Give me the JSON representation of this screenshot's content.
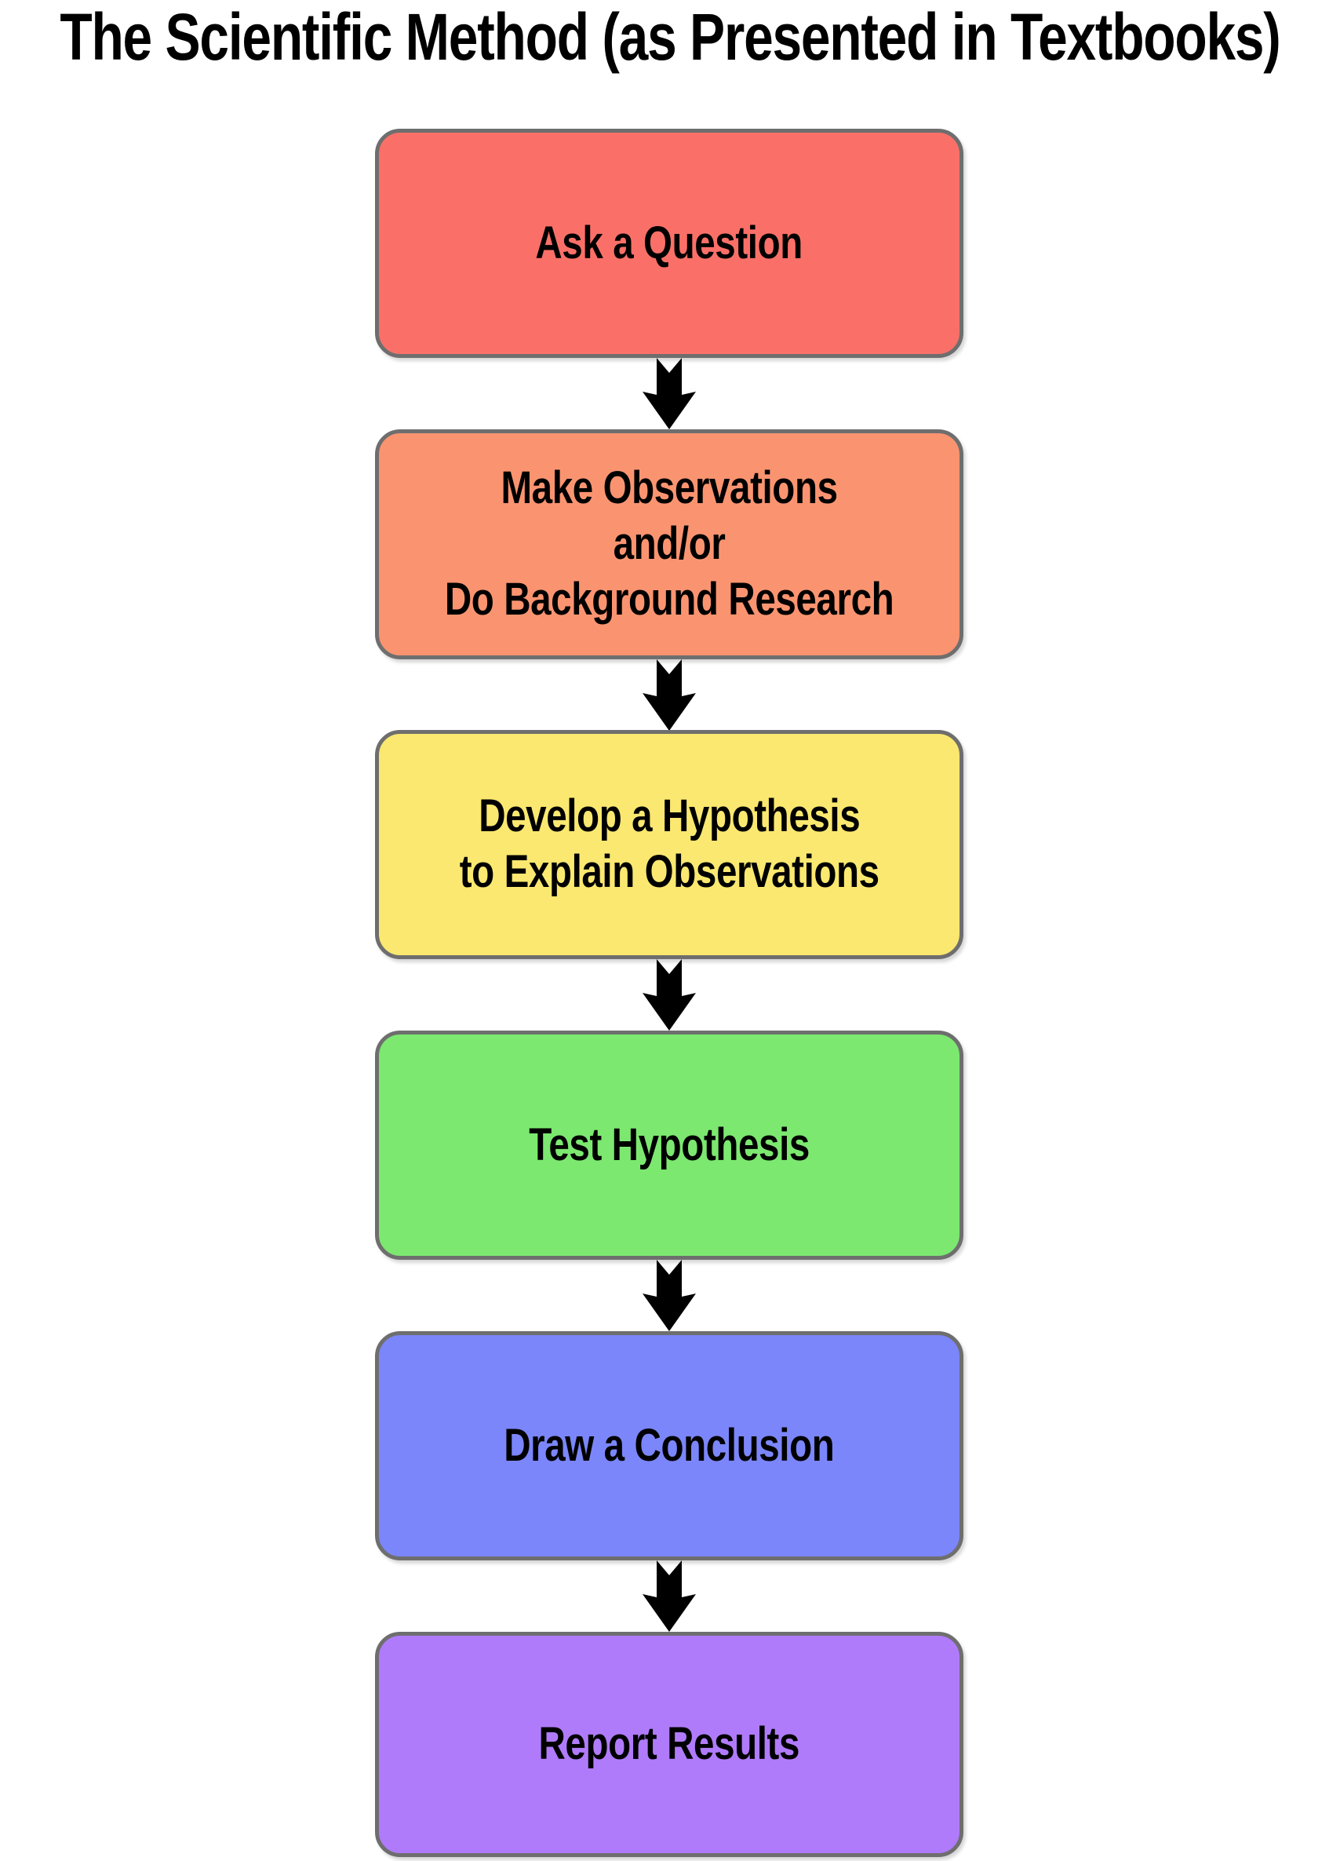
{
  "diagram": {
    "title": "The Scientific Method (as Presented in Textbooks)",
    "background_color": "#FFFFFF",
    "orientation": "top-to-bottom",
    "border_color": "#6E6E6E",
    "arrow_color": "#000000",
    "text_color": "#000000",
    "nodes": [
      {
        "id": "ask-a-question",
        "label": "Ask a Question",
        "color": "#FA7068",
        "step": 1
      },
      {
        "id": "make-observations",
        "label": "Make Observations\nand/or\nDo Background Research",
        "color": "#FA9470",
        "step": 2
      },
      {
        "id": "develop-a-hypothesis",
        "label": "Develop a Hypothesis\nto Explain Observations",
        "color": "#FAE870",
        "step": 3
      },
      {
        "id": "test-hypothesis",
        "label": "Test Hypothesis",
        "color": "#7CE870",
        "step": 4
      },
      {
        "id": "draw-a-conclusion",
        "label": "Draw a Conclusion",
        "color": "#7B86FA",
        "step": 5
      },
      {
        "id": "report-results",
        "label": "Report Results",
        "color": "#B07BFA",
        "step": 6
      }
    ],
    "connectors": [
      {
        "id": "arrow-1",
        "from": "ask-a-question",
        "to": "make-observations",
        "icon": "arrow-down-icon"
      },
      {
        "id": "arrow-2",
        "from": "make-observations",
        "to": "develop-a-hypothesis",
        "icon": "arrow-down-icon"
      },
      {
        "id": "arrow-3",
        "from": "develop-a-hypothesis",
        "to": "test-hypothesis",
        "icon": "arrow-down-icon"
      },
      {
        "id": "arrow-4",
        "from": "test-hypothesis",
        "to": "draw-a-conclusion",
        "icon": "arrow-down-icon"
      },
      {
        "id": "arrow-5",
        "from": "draw-a-conclusion",
        "to": "report-results",
        "icon": "arrow-down-icon"
      }
    ]
  }
}
